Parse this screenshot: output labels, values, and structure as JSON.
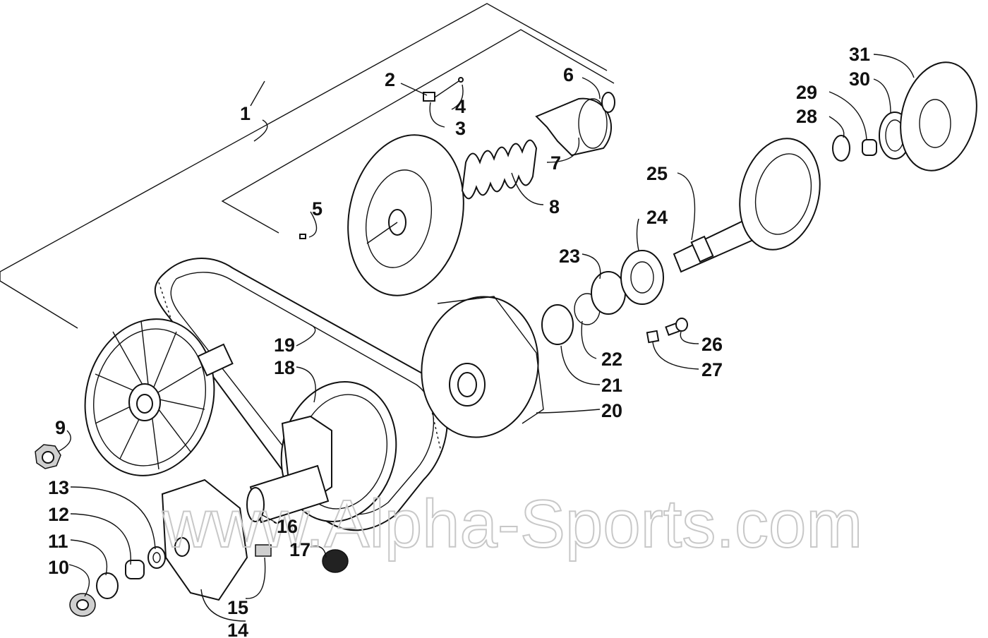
{
  "watermark": "www.Alpha-Sports.com",
  "part_labels": [
    "1",
    "2",
    "3",
    "4",
    "5",
    "6",
    "7",
    "8",
    "9",
    "10",
    "11",
    "12",
    "13",
    "14",
    "15",
    "16",
    "17",
    "18",
    "19",
    "20",
    "21",
    "22",
    "23",
    "24",
    "25",
    "26",
    "27",
    "28",
    "29",
    "30",
    "31"
  ],
  "colors": {
    "line": "#111111",
    "background": "#ffffff",
    "watermark": "#c8c8c8"
  }
}
